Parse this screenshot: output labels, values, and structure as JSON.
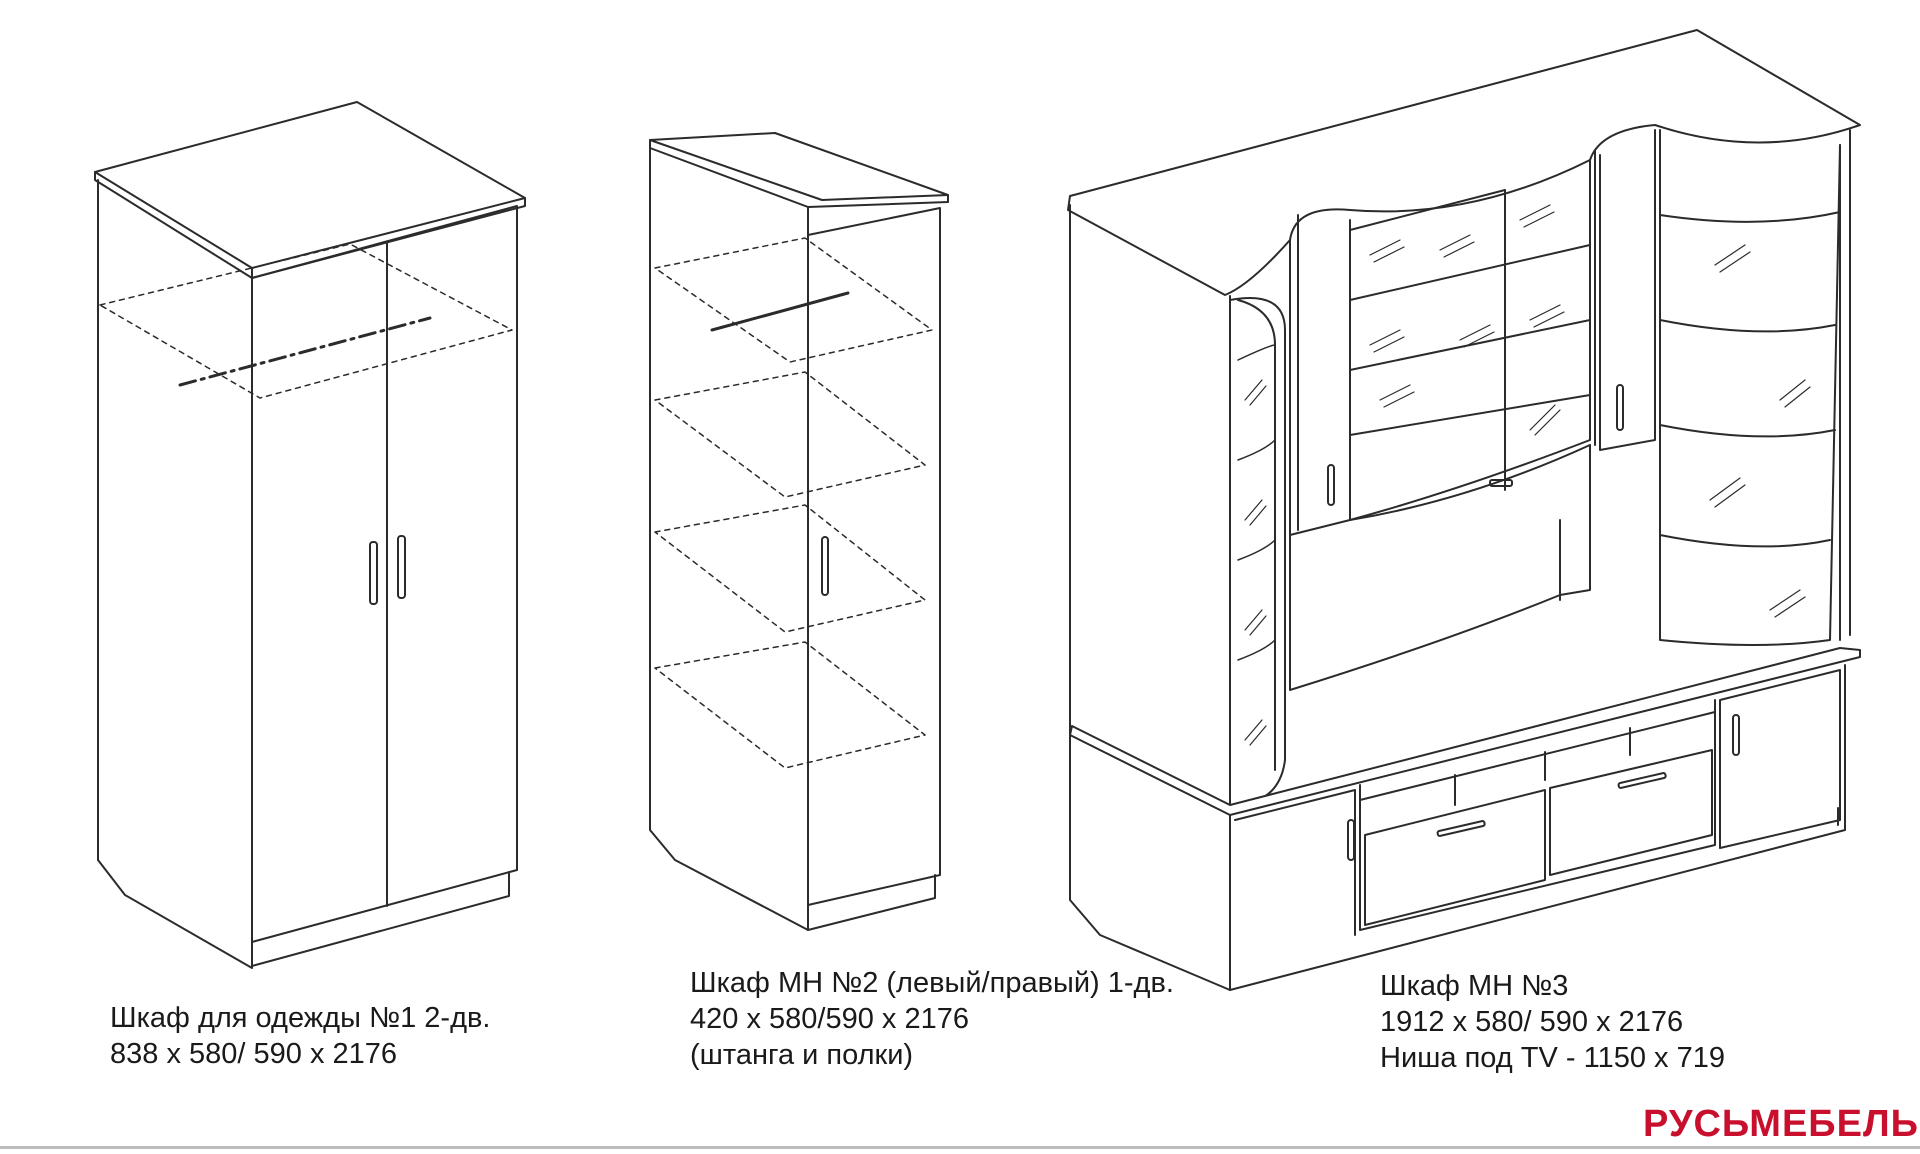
{
  "items": [
    {
      "name_line": "Шкаф для одежды №1 2-дв.",
      "dims_line": "838 x 580/ 590 x 2176"
    },
    {
      "name_line": "Шкаф МН №2 (левый/правый) 1-дв.",
      "dims_line": "420 x 580/590 x 2176",
      "extra_line": "(штанга и полки)"
    },
    {
      "name_line": "Шкаф МН №3",
      "dims_line": "1912 x 580/ 590 x 2176",
      "extra_line": "Ниша под TV - 1150 x 719"
    }
  ],
  "brand": {
    "text": "РУСЬМЕБЕЛЬ",
    "color": "#c8102e"
  },
  "line_color": "#2b2b2b"
}
